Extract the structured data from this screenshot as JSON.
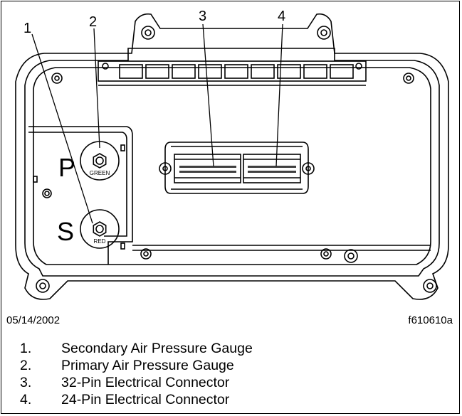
{
  "figure": {
    "callouts": [
      "1",
      "2",
      "3",
      "4"
    ],
    "panel_letters": [
      "P",
      "S"
    ],
    "gauge_labels": [
      "GREEN",
      "RED"
    ],
    "date": "05/14/2002",
    "figure_id": "f610610a"
  },
  "legend": [
    {
      "num": "1.",
      "text": "Secondary Air Pressure Gauge"
    },
    {
      "num": "2.",
      "text": "Primary Air Pressure Gauge"
    },
    {
      "num": "3.",
      "text": "32-Pin Electrical Connector"
    },
    {
      "num": "4.",
      "text": "24-Pin Electrical Connector"
    }
  ]
}
